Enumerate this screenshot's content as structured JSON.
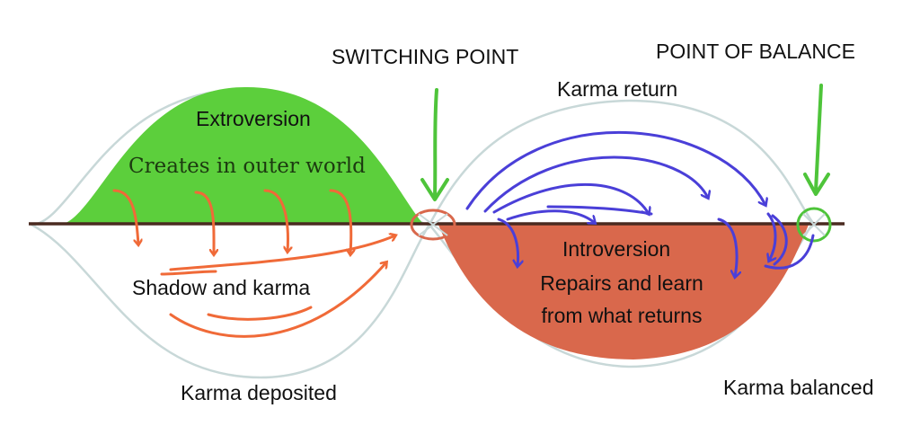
{
  "labels": {
    "switching_point": "SWITCHING POINT",
    "point_of_balance": "POINT OF BALANCE",
    "karma_return": "Karma return",
    "extroversion": "Extroversion",
    "creates_in_outer_world": "Creates in outer world",
    "shadow_and_karma": "Shadow and karma",
    "introversion": "Introversion",
    "repairs_line1": "Repairs and learn",
    "repairs_line2": "from what returns",
    "karma_deposited": "Karma deposited",
    "karma_balanced": "Karma balanced"
  },
  "colors": {
    "extroversion_fill": "#5ccf3c",
    "introversion_fill": "#d9684c",
    "baseline": "#4a2a20",
    "outline": "#c8d8d8",
    "orange_arrows": "#f06a38",
    "blue_arrows": "#4a3fd8",
    "green_marker": "#4ec43a",
    "switch_circle": "#d9684c"
  }
}
